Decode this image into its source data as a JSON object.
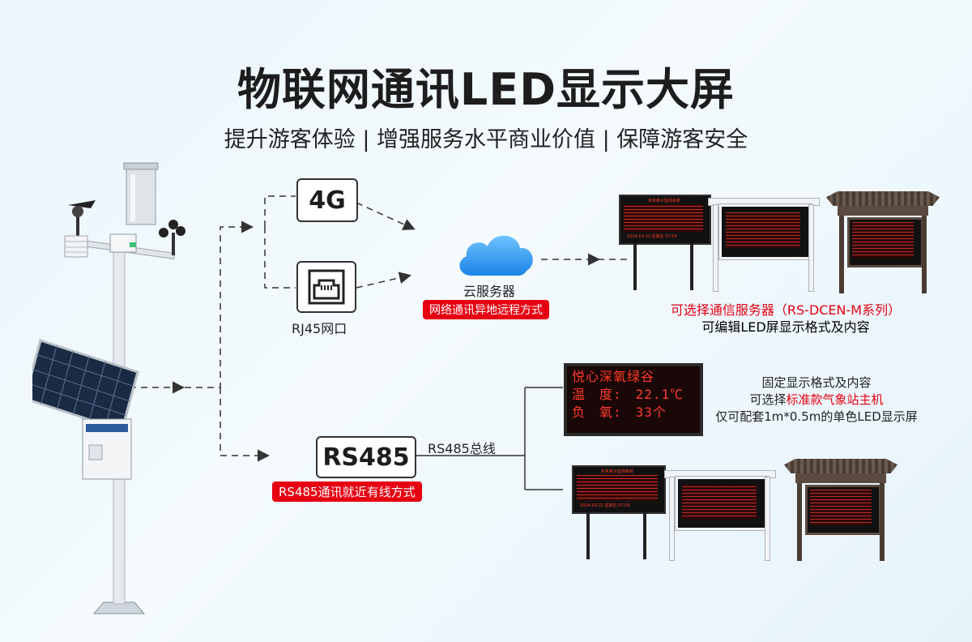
{
  "title": "物联网通讯LED显示大屏",
  "subtitle": "提升游客体验 | 增强服务水平商业价值 | 保障游客安全",
  "nodes": {
    "four_g": "4G",
    "rj45_label": "RJ45网口",
    "cloud_label": "云服务器",
    "cloud_tag": "网络通讯异地远程方式",
    "rs485": "RS485",
    "rs485_tag": "RS485通讯就近有线方式",
    "rs485_bus": "RS485总线"
  },
  "top_note": {
    "line1": "可选择通信服务器（RS-DCEN-M系列）",
    "line2": "可编辑LED屏显示格式及内容"
  },
  "mid_note": {
    "line1": "固定显示格式及内容",
    "line2_prefix": "可选择",
    "line2_highlight": "标准款气象站主机",
    "line3": "仅可配套1m*0.5m的单色LED显示屏"
  },
  "small_led": {
    "line1": "悦心深氧绿谷",
    "line2": "温　度:　22.1℃",
    "line3": "负　氧:　33个"
  },
  "screen_text": {
    "header": "负氧离子监测系统",
    "date": "2024-03-22  星期五  07:59"
  },
  "colors": {
    "accent_red": "#e60012",
    "led_red": "#ff3a2a"
  }
}
